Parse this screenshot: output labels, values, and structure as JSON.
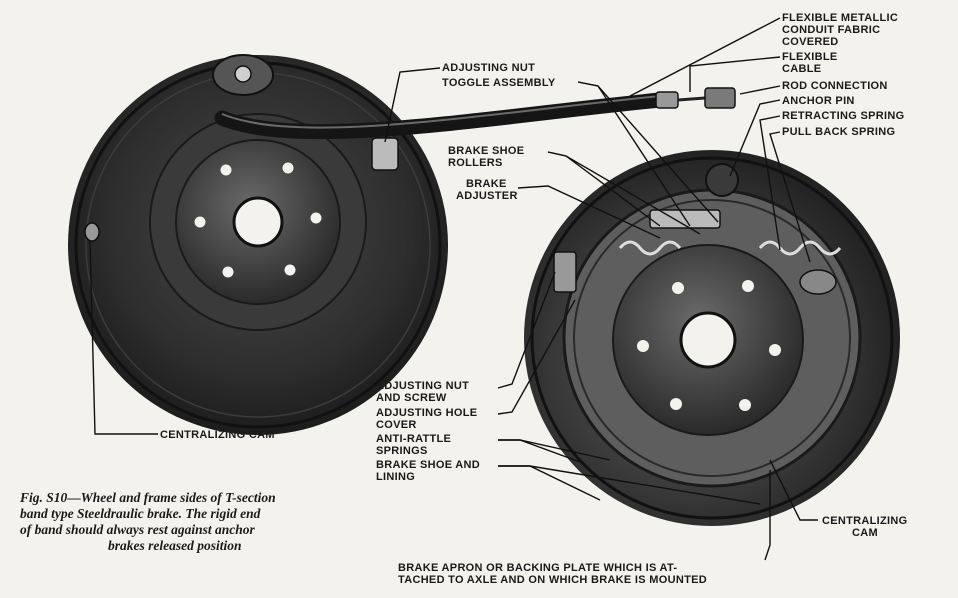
{
  "figure": {
    "caption": [
      "Fig. S10—Wheel and frame sides of T-section",
      "band type Steeldraulic brake. The rigid end",
      "of band should always rest against anchor",
      "brakes released position"
    ]
  },
  "labels": {
    "flexible_metallic_conduit": [
      "FLEXIBLE METALLIC",
      "CONDUIT FABRIC",
      "COVERED"
    ],
    "flexible_cable": [
      "FLEXIBLE",
      "CABLE"
    ],
    "rod_connection": [
      "ROD CONNECTION"
    ],
    "anchor_pin": [
      "ANCHOR PIN"
    ],
    "retracting_spring": [
      "RETRACTING SPRING"
    ],
    "pull_back_spring": [
      "PULL BACK SPRING"
    ],
    "adjusting_nut": [
      "ADJUSTING NUT"
    ],
    "toggle_assembly": [
      "TOGGLE ASSEMBLY"
    ],
    "brake_shoe_rollers": [
      "BRAKE SHOE",
      "ROLLERS"
    ],
    "brake_adjuster": [
      "BRAKE",
      "ADJUSTER"
    ],
    "adjusting_nut_and_screw": [
      "ADJUSTING NUT",
      "AND SCREW"
    ],
    "adjusting_hole_cover": [
      "ADJUSTING HOLE",
      "COVER"
    ],
    "anti_rattle_springs": [
      "ANTI-RATTLE",
      "SPRINGS"
    ],
    "brake_shoe_and_lining": [
      "BRAKE SHOE AND",
      "LINING"
    ],
    "centralizing_cam_left": [
      "CENTRALIZING CAM"
    ],
    "centralizing_cam_right": [
      "CENTRALIZING",
      "CAM"
    ],
    "backing_plate": [
      "BRAKE APRON OR BACKING PLATE WHICH IS AT-",
      "TACHED TO AXLE AND ON WHICH BRAKE IS MOUNTED"
    ]
  },
  "colors": {
    "paper": "#f4f2ec",
    "ink": "#1a1a1a",
    "plate_dark": "#2b2b2b",
    "plate_mid": "#5a5a5a",
    "drum_light": "#bdbdbd"
  }
}
